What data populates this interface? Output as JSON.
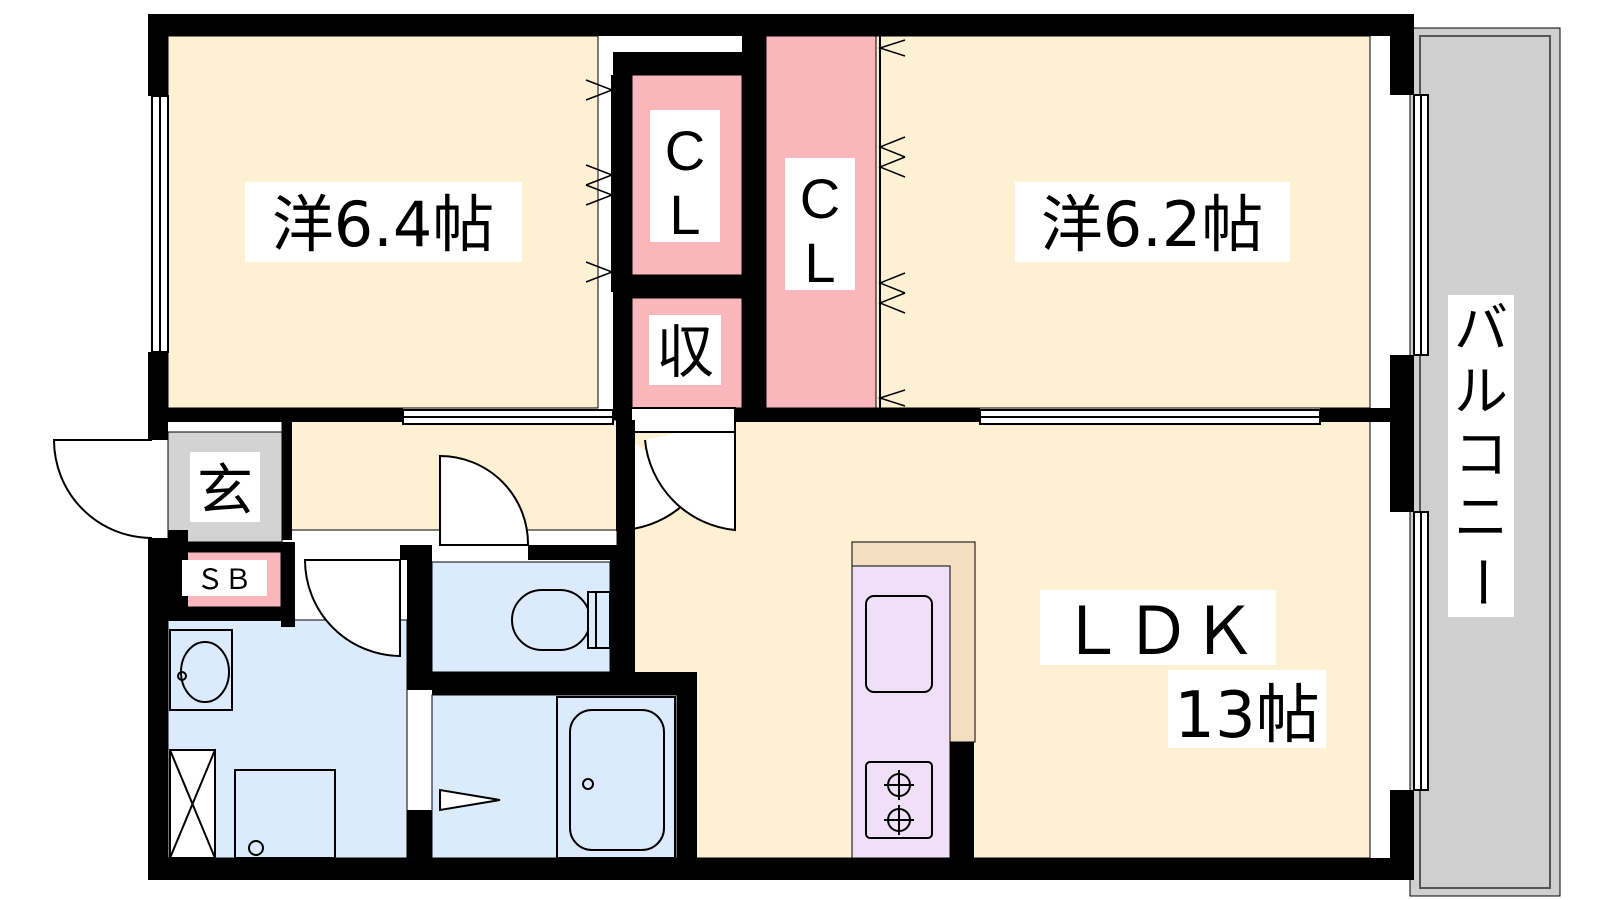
{
  "rooms": {
    "western_left": {
      "label": "洋6.4帖"
    },
    "western_right": {
      "label": "洋6.2帖"
    },
    "closet_left": {
      "label_top": "C",
      "label_bottom": "L"
    },
    "closet_center": {
      "label_top": "C",
      "label_bottom": "L"
    },
    "storage": {
      "label": "収"
    },
    "entrance": {
      "label": "玄"
    },
    "shoe_box": {
      "label": "ＳＢ"
    },
    "ldk": {
      "label": "ＬＤＫ",
      "size": "13帖"
    },
    "balcony": {
      "label_chars": [
        "バ",
        "ル",
        "コ",
        "ニ",
        "ー"
      ]
    }
  },
  "colors": {
    "floor_living": "#fdf0d3",
    "closet": "#f9b7bb",
    "wet_area": "#dbeafc",
    "kitchen": "#efe0f7",
    "counter": "#f4dfc3",
    "entrance": "#d3d3d3",
    "balcony": "#cfcfcf",
    "wall": "#000000"
  }
}
